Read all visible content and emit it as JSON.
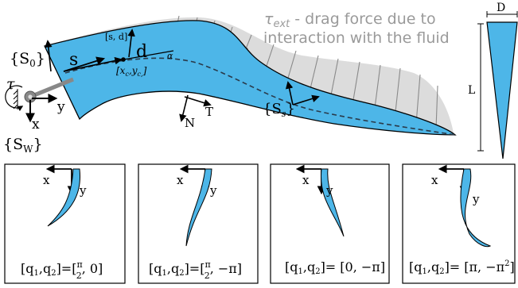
{
  "title": {
    "line1_symbol": "τ",
    "line1_sub": "ext",
    "line1_text": " - drag force due to",
    "line2_text": "interaction with the fluid"
  },
  "labels": {
    "S0": "{S",
    "S0_sub": "0",
    "S0_close": "}",
    "SW": "{S",
    "SW_sub": "W",
    "SW_close": "}",
    "Ss": "{S",
    "Ss_sub": "s",
    "Ss_close": "}",
    "tau": "τ",
    "x": "x",
    "y": "y",
    "s": "s",
    "d": "d",
    "sd": "[s, d]",
    "alpha": "α",
    "xc_yc": "[x",
    "xc_sub": "c",
    "yc": ",y",
    "yc_sub": "c,",
    "xc_close": "]",
    "T": "T",
    "N": "N",
    "D": "D",
    "L": "L"
  },
  "panels": [
    {
      "x": "x",
      "y": "y",
      "caption_lhs": "[q",
      "caption_mid": ",q",
      "caption_rhs": "]=[",
      "sub1": "1",
      "sub2": "2",
      "value_a_num": "π",
      "value_a_den": "2",
      "value_b": ", 0]"
    },
    {
      "x": "x",
      "y": "y",
      "caption_lhs": "[q",
      "caption_mid": ",q",
      "caption_rhs": "]=[",
      "sub1": "1",
      "sub2": "2",
      "value_a_num": "π",
      "value_a_den": "2",
      "value_b": ", −π]"
    },
    {
      "x": "x",
      "y": "y",
      "caption_lhs": "[q",
      "caption_mid": ",q",
      "caption_rhs": "]= [0, −π]",
      "sub1": "1",
      "sub2": "2"
    },
    {
      "x": "x",
      "y": "y",
      "caption_lhs": "[q",
      "caption_mid": ",q",
      "caption_rhs": "]= [π, −π",
      "sub1": "1",
      "sub2": "2",
      "sup": "2",
      "tail": "]"
    }
  ],
  "colors": {
    "fin_fill": "#4db6e8",
    "drag_fill": "#dcdcdc",
    "arrow_grey": "#8a8a8a",
    "stroke": "#000000"
  }
}
